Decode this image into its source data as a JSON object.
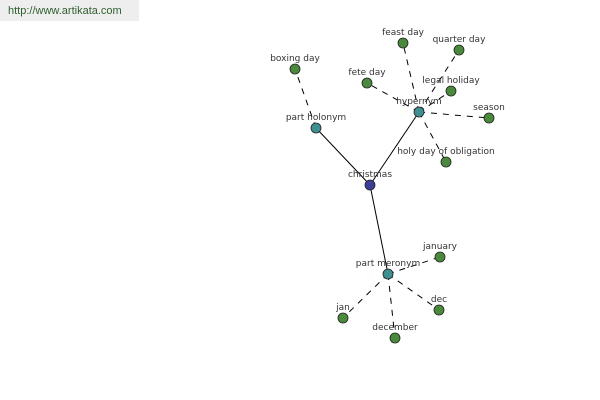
{
  "site_url": "http://www.artikata.com",
  "colors": {
    "root": "#3b3f96",
    "relation": "#3f8e92",
    "leaf": "#4b8a3c",
    "edge": "#000000"
  },
  "graph": {
    "nodes": [
      {
        "id": "christmas",
        "label": "christmas",
        "kind": "root"
      },
      {
        "id": "hypernym",
        "label": "hypernym",
        "kind": "relation"
      },
      {
        "id": "part_holonym",
        "label": "part holonym",
        "kind": "relation"
      },
      {
        "id": "part_meronym",
        "label": "part meronym",
        "kind": "relation"
      },
      {
        "id": "boxing_day",
        "label": "boxing day",
        "kind": "leaf"
      },
      {
        "id": "feast_day",
        "label": "feast day",
        "kind": "leaf"
      },
      {
        "id": "quarter_day",
        "label": "quarter day",
        "kind": "leaf"
      },
      {
        "id": "fete_day",
        "label": "fete day",
        "kind": "leaf"
      },
      {
        "id": "legal_holiday",
        "label": "legal holiday",
        "kind": "leaf"
      },
      {
        "id": "season",
        "label": "season",
        "kind": "leaf"
      },
      {
        "id": "holy_day",
        "label": "holy day of obligation",
        "kind": "leaf"
      },
      {
        "id": "january",
        "label": "january",
        "kind": "leaf"
      },
      {
        "id": "dec",
        "label": "dec",
        "kind": "leaf"
      },
      {
        "id": "december",
        "label": "december",
        "kind": "leaf"
      },
      {
        "id": "jan",
        "label": "jan",
        "kind": "leaf"
      }
    ],
    "edges": [
      {
        "from": "christmas",
        "to": "hypernym",
        "style": "solid"
      },
      {
        "from": "christmas",
        "to": "part_holonym",
        "style": "solid"
      },
      {
        "from": "christmas",
        "to": "part_meronym",
        "style": "solid"
      },
      {
        "from": "part_holonym",
        "to": "boxing_day",
        "style": "dashed"
      },
      {
        "from": "hypernym",
        "to": "feast_day",
        "style": "dashed"
      },
      {
        "from": "hypernym",
        "to": "quarter_day",
        "style": "dashed"
      },
      {
        "from": "hypernym",
        "to": "fete_day",
        "style": "dashed"
      },
      {
        "from": "hypernym",
        "to": "legal_holiday",
        "style": "dashed"
      },
      {
        "from": "hypernym",
        "to": "season",
        "style": "dashed"
      },
      {
        "from": "hypernym",
        "to": "holy_day",
        "style": "dashed"
      },
      {
        "from": "part_meronym",
        "to": "january",
        "style": "dashed"
      },
      {
        "from": "part_meronym",
        "to": "dec",
        "style": "dashed"
      },
      {
        "from": "part_meronym",
        "to": "december",
        "style": "dashed"
      },
      {
        "from": "part_meronym",
        "to": "jan",
        "style": "dashed"
      }
    ]
  }
}
